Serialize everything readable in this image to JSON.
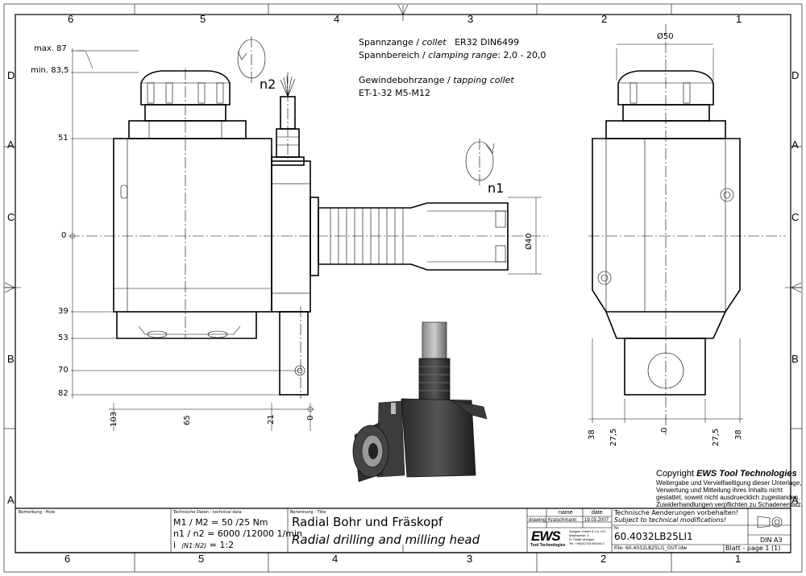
{
  "border": {
    "columns": [
      "6",
      "5",
      "4",
      "3",
      "2",
      "1"
    ],
    "rows": [
      "D",
      "C",
      "B",
      "A"
    ]
  },
  "notes": {
    "collet_de": "Spannzange / ",
    "collet_en": "collet",
    "collet_spec": "ER32   DIN6499",
    "range_de": "Spannbereich / ",
    "range_en": "clamping range",
    "range_val": ": 2,0 - 20,0",
    "tap_de": "Gewindebohrzange / ",
    "tap_en": "tapping collet",
    "tap_spec": "ET-1-32   M5-M12"
  },
  "labels": {
    "n1": "n1",
    "n2": "n2",
    "max": "max. 87",
    "min": "min. 83,5"
  },
  "dimensions": {
    "left_vertical": [
      "51",
      "0",
      "39",
      "53",
      "70",
      "82"
    ],
    "bottom_left": [
      "103",
      "65",
      "21",
      "0"
    ],
    "diameter_40": "Ø40",
    "diameter_50": "Ø50",
    "bottom_right": [
      "38",
      "27,5",
      "0",
      "27,5",
      "38"
    ]
  },
  "copyright": {
    "line1_prefix": "Copyright ",
    "line1_brand": "EWS Tool Technologies",
    "line2": "Weitergabe und Vervielfaeltigung dieser Unterlage,",
    "line3": "Verwertung und Mitteilung ihres Inhalts nicht",
    "line4": "gestattet, soweit nicht ausdruecklich zugestanden.",
    "line5": "Zuwiderhandlungen verpflichten zu Schadenersatz."
  },
  "title_block": {
    "remarks_label": "Bemerkung - Hole",
    "tech_label": "Technische Daten - technical data",
    "m_line": "M1 / M2 = 50  /25  Nm",
    "n_line": "n1 / n2 = 6000 /12000  1/min",
    "i_line_prefix": "i",
    "i_line_ratio": "(N1:N2)",
    "i_line_value": "= 1:2",
    "title_label": "Benennung - Title",
    "title_de": "Radial Bohr und Fräskopf",
    "title_en": "Radial drilling and milling head",
    "name_header": "name",
    "date_header": "date",
    "drawing_label": "drawing",
    "drawer": "Kratschmann",
    "date": "19.03.2007",
    "company_logo": "EWS",
    "company_sub": "Tool Technologies",
    "company_address": [
      "Weigele GmbH & Co. KG",
      "Maybachstr. 1",
      "D-73066 Uhingen",
      "Tel. +49(0)7161/93040-0"
    ],
    "changes_de": "Technische Aenderungen vorbehalten!",
    "changes_en": "Subject to technical modifications!",
    "nr_label": "Nr.",
    "drawing_number": "60.4032LB25LI1",
    "file_label": "File: 60.4032LB25LI1_OUT.idw",
    "sheet_label": "Blatt - page  1 (1)",
    "din_label": "DIN A3"
  }
}
